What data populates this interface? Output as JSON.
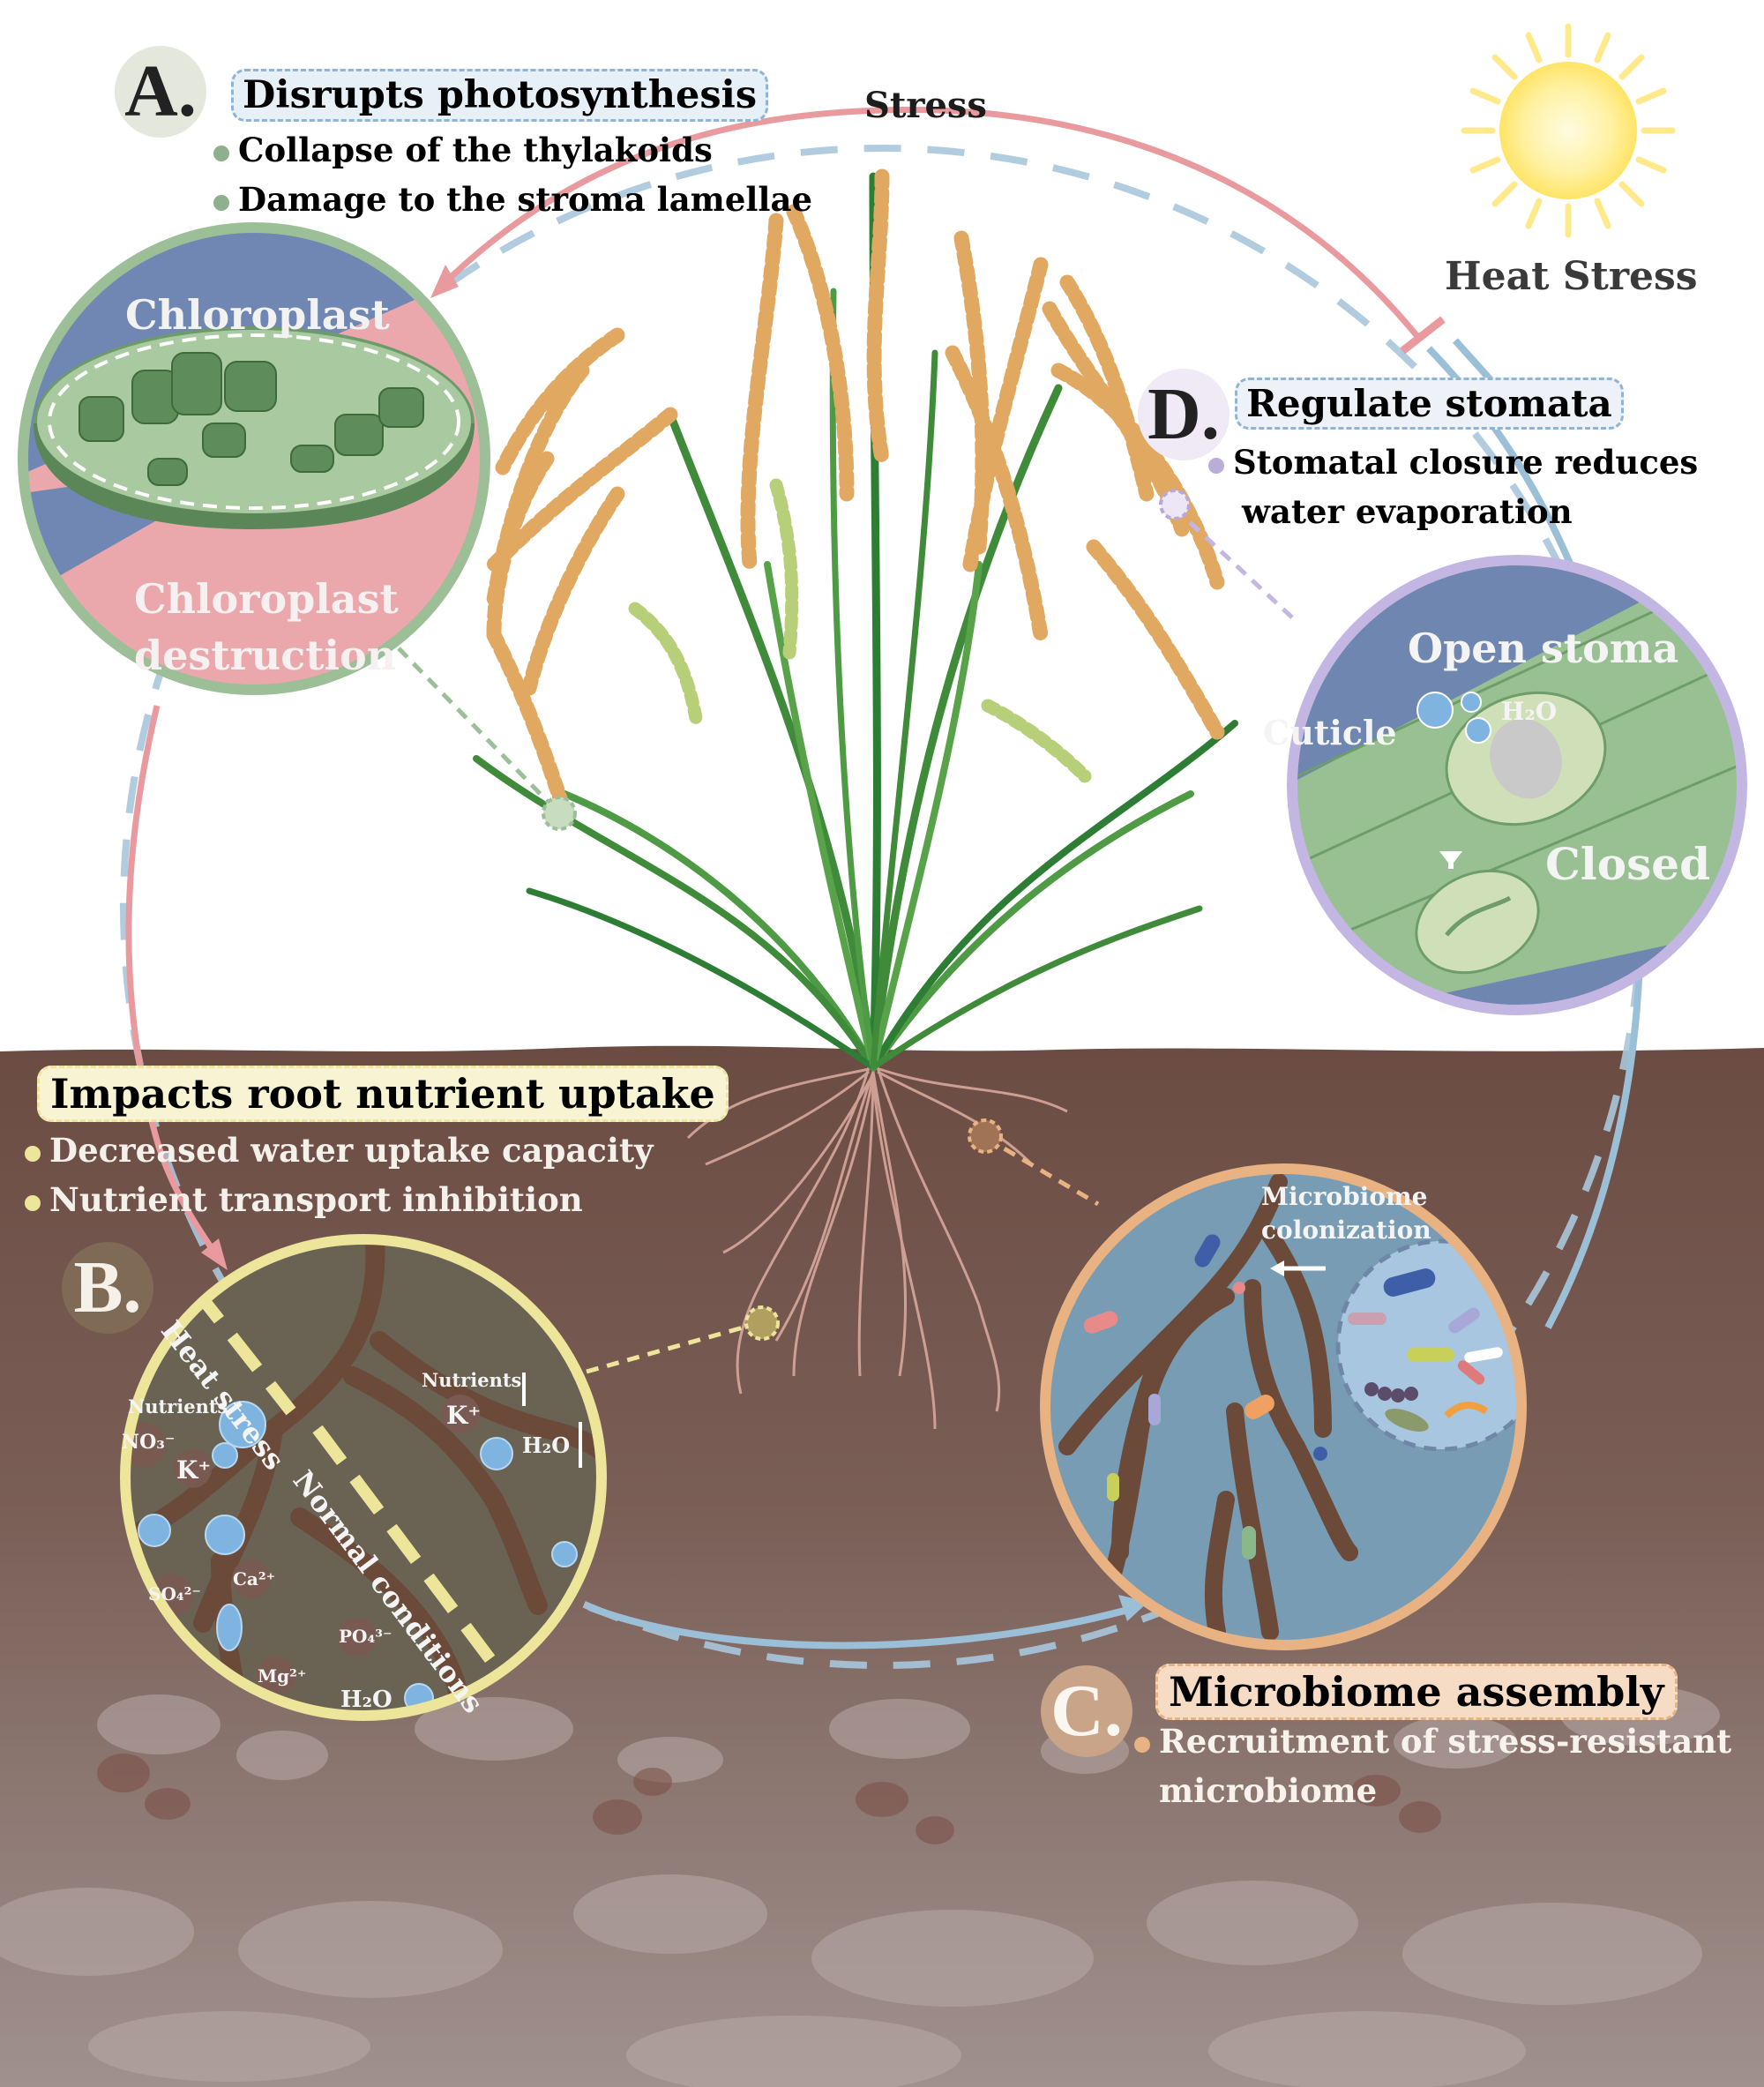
{
  "labels": {
    "stress": "Stress",
    "heat_stress": "Heat Stress"
  },
  "panel_a": {
    "letter": "A.",
    "title": "Disrupts photosynthesis",
    "bullets": [
      "Collapse of the thylakoids",
      "Damage to the stroma lamellae"
    ],
    "inset_top": "Chloroplast",
    "inset_bottom_line1": "Chloroplast",
    "inset_bottom_line2": "destruction"
  },
  "panel_b": {
    "letter": "B.",
    "title": "Impacts root nutrient uptake",
    "bullets": [
      "Decreased water uptake capacity",
      "Nutrient transport inhibition"
    ],
    "inset": {
      "heat_stress": "Heat stress",
      "normal_conditions": "Normal conditions",
      "nutrients_left": "Nutrients",
      "nutrients_right": "Nutrients",
      "no3": "NO₃⁻",
      "k_left": "K⁺",
      "k_right": "K⁺",
      "h2o_right": "H₂O",
      "h2o_bottom": "H₂O",
      "so4": "SO₄²⁻",
      "ca": "Ca²⁺",
      "po4": "PO₄³⁻",
      "mg": "Mg²⁺"
    }
  },
  "panel_c": {
    "letter": "C.",
    "title": "Microbiome assembly",
    "bullet_line1": "Recruitment of stress-resistant",
    "bullet_line2": "microbiome",
    "inset_line1": "Microbiome",
    "inset_line2": "colonization"
  },
  "panel_d": {
    "letter": "D.",
    "title": "Regulate stomata",
    "bullet_line1": "Stomatal closure reduces",
    "bullet_line2": "water evaporation",
    "open": "Open stoma",
    "cuticle": "Cuticle",
    "h2o": "H₂O",
    "closed": "Closed"
  },
  "colors": {
    "stress_arc": "#e89a9e",
    "recovery_arc": "#9cbfd8",
    "soil_top": "#6d5048",
    "soil_bottom": "#9b8a86",
    "panel_a": "#9cbf98",
    "panel_b": "#ece59a",
    "panel_c": "#e8b282",
    "panel_d": "#c4b6e2"
  }
}
